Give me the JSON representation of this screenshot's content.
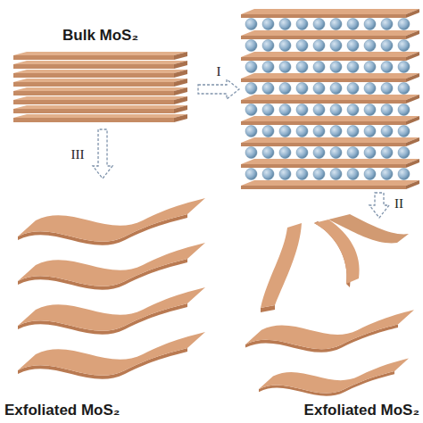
{
  "diagram": {
    "nodes": [
      {
        "text": [
          "Bulk MoS₂"
        ]
      },
      {
        "text": [
          "Exfoliated MoS₂"
        ]
      },
      {
        "text": [
          "Exfoliated MoS₂"
        ]
      }
    ],
    "edges": [
      {
        "from": 0,
        "to": 1,
        "arrow": "to",
        "label": "III"
      }
    ],
    "labels": [
      "I",
      "II"
    ]
  }
}
